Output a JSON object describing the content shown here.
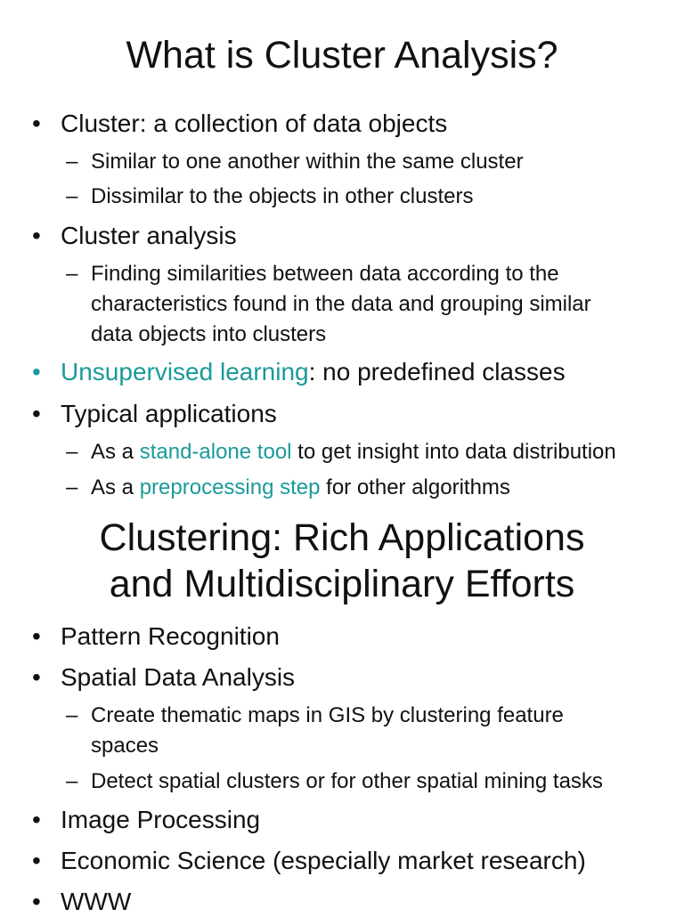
{
  "accent_color": "#1a9a9a",
  "slide1": {
    "title": "What is Cluster Analysis?",
    "b1": "Cluster: a collection of data objects",
    "b1_s1": "Similar to one another within the same cluster",
    "b1_s2": "Dissimilar to the objects in other clusters",
    "b2": "Cluster analysis",
    "b2_s1_l1": "Finding similarities between data according to the",
    "b2_s1_l2": "characteristics found in the data and grouping similar",
    "b2_s1_l3": "data objects into clusters",
    "b3_accent": "Unsupervised learning",
    "b3_rest": ": no predefined classes",
    "b4": "Typical applications",
    "b4_s1_pre": "As a ",
    "b4_s1_accent": "stand-alone tool",
    "b4_s1_post": " to get insight into data distribution",
    "b4_s2_pre": "As a ",
    "b4_s2_accent": "preprocessing step",
    "b4_s2_post": " for other algorithms"
  },
  "slide2": {
    "title_l1": "Clustering: Rich Applications",
    "title_l2": "and Multidisciplinary Efforts",
    "b1": "Pattern Recognition",
    "b2": "Spatial Data Analysis",
    "b2_s1_l1": "Create thematic maps in GIS by clustering feature",
    "b2_s1_l2": "spaces",
    "b2_s2": "Detect spatial clusters or for other spatial mining tasks",
    "b3": "Image Processing",
    "b4": "Economic Science (especially market research)",
    "b5": "WWW"
  },
  "markers": {
    "bullet": "•",
    "dash": "–"
  }
}
